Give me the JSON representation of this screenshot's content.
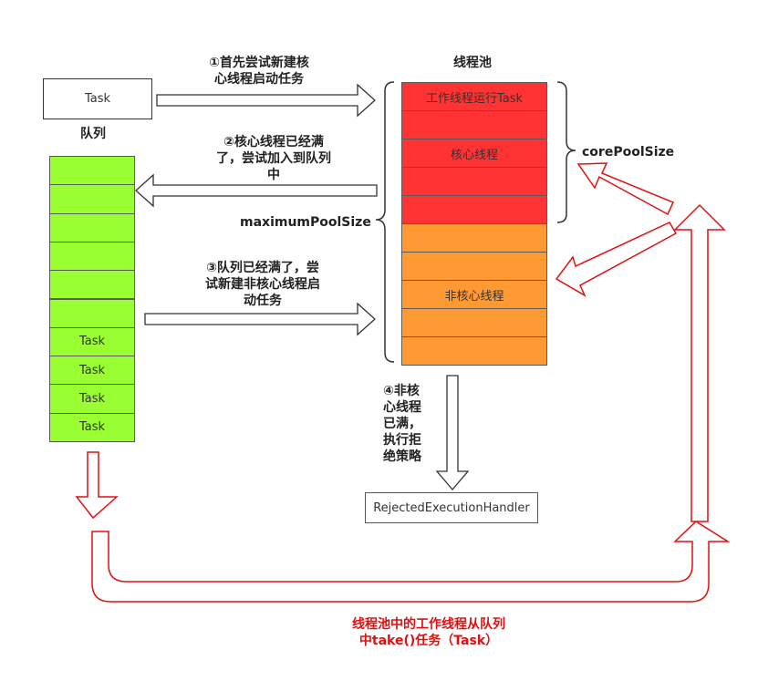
{
  "task_box": {
    "label": "Task"
  },
  "queue": {
    "title": "队列",
    "cells": [
      "",
      "",
      "",
      "",
      "",
      "",
      "Task",
      "Task",
      "Task",
      "Task"
    ]
  },
  "pool": {
    "title": "线程池",
    "core_cells": [
      "工作线程运行Task",
      "",
      "核心线程",
      "",
      ""
    ],
    "noncore_cells": [
      "",
      "",
      "非核心线程",
      "",
      ""
    ],
    "core_label": "corePoolSize",
    "max_label": "maximumPoolSize"
  },
  "steps": {
    "step1": [
      "①首先尝试新建核",
      "心线程启动任务"
    ],
    "step2": [
      "②核心线程已经满",
      "了，尝试加入到队列",
      "中"
    ],
    "step3": [
      "③队列已经满了，尝",
      "试新建非核心线程启",
      "动任务"
    ],
    "step4": [
      "④非核",
      "心线程",
      "已满，",
      "执行拒",
      "绝策略"
    ]
  },
  "handler": {
    "label": "RejectedExecutionHandler"
  },
  "bottom_note": [
    "线程池中的工作线程从队列",
    "中take()任务（Task）"
  ],
  "colors": {
    "queue_green": "#99ff33",
    "core_red": "#ff3333",
    "noncore_orange": "#ff9933",
    "loop_red": "#e01010"
  }
}
